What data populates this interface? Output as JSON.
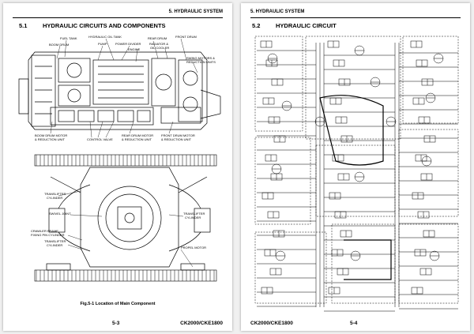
{
  "left_page": {
    "header": "5. HYDRAULIC SYSTEM",
    "section_number": "5.1",
    "section_title": "HYDRAULIC CIRCUITS AND COMPONENTS",
    "figure_caption": "Fig.5-1 Location of Main Component",
    "page_number": "5-3",
    "model": "CK2000/CKE1800",
    "labels": {
      "fuel_tank": "FUEL TANK",
      "boom_drum": "BOOM DRUM",
      "hydraulic_oil_tank": "HYDRAULIC OIL TANK",
      "pump": "PUMP",
      "power_divider": "POWER DIVIDER",
      "rear_drum": "REAR DRUM",
      "front_drum": "FRONT DRUM",
      "radiator": "RADIATOR &",
      "oil_cooler": "OIL COOLER",
      "engine": "ENGINE",
      "swing_motors_1": "SWING MOTORS &",
      "swing_motors_2": "REDUCTION UNITS",
      "boom_drum_motor_1": "BOOM DRUM MOTOR",
      "boom_drum_motor_2": "& REDUCTION UNIT",
      "control_valve": "CONTROL VALVE",
      "rear_drum_motor_1": "REAR DRUM MOTOR",
      "rear_drum_motor_2": "& REDUCTION UNIT",
      "front_drum_motor_1": "FRONT DRUM MOTOR",
      "front_drum_motor_2": "& REDUCTION UNIT",
      "translifter_cyl_l1": "TRANSLIFTER",
      "translifter_cyl_l2": "CYLINDER",
      "swivel_joint": "SWIVEL JOINT",
      "translifter_cyl_r1": "TRANSLIFTER",
      "translifter_cyl_r2": "CYLINDER",
      "crawler_frame_1": "CRAWLER FRAME",
      "crawler_frame_2": "FIXING PIN CYLINDER",
      "translifter_cyl_b1": "TRANSLIFTER",
      "translifter_cyl_b2": "CYLINDER",
      "propel_motor": "PROPEL MOTOR"
    }
  },
  "right_page": {
    "header": "5. HYDRAULIC SYSTEM",
    "section_number": "5.2",
    "section_title": "HYDRAULIC CIRCUIT",
    "page_number": "5-4",
    "model": "CK2000/CKE1800"
  }
}
